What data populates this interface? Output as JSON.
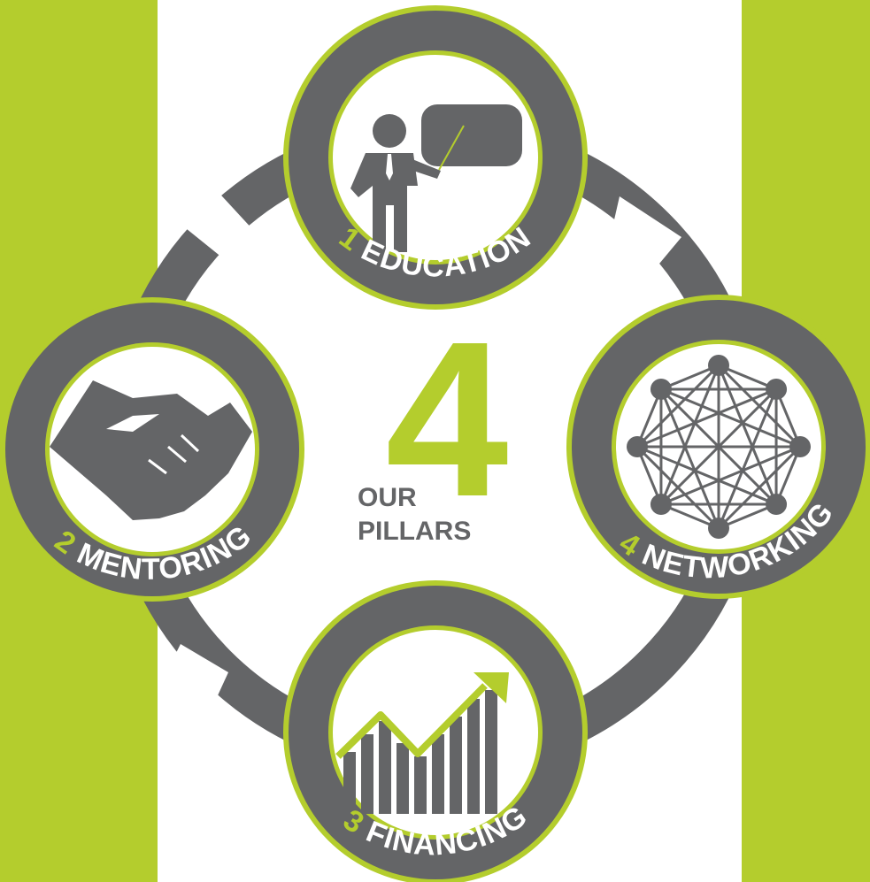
{
  "colors": {
    "accent": "#b4cd2d",
    "gray": "#646567",
    "background": "#ffffff"
  },
  "center": {
    "big_number": "4",
    "line1": "OUR",
    "line2": "PILLARS"
  },
  "pillars": [
    {
      "number": "1",
      "label": "EDUCATION",
      "icon": "teacher-icon"
    },
    {
      "number": "2",
      "label": "MENTORING",
      "icon": "handshake-icon"
    },
    {
      "number": "3",
      "label": "FINANCING",
      "icon": "growth-chart-icon"
    },
    {
      "number": "4",
      "label": "NETWORKING",
      "icon": "network-icon"
    }
  ]
}
